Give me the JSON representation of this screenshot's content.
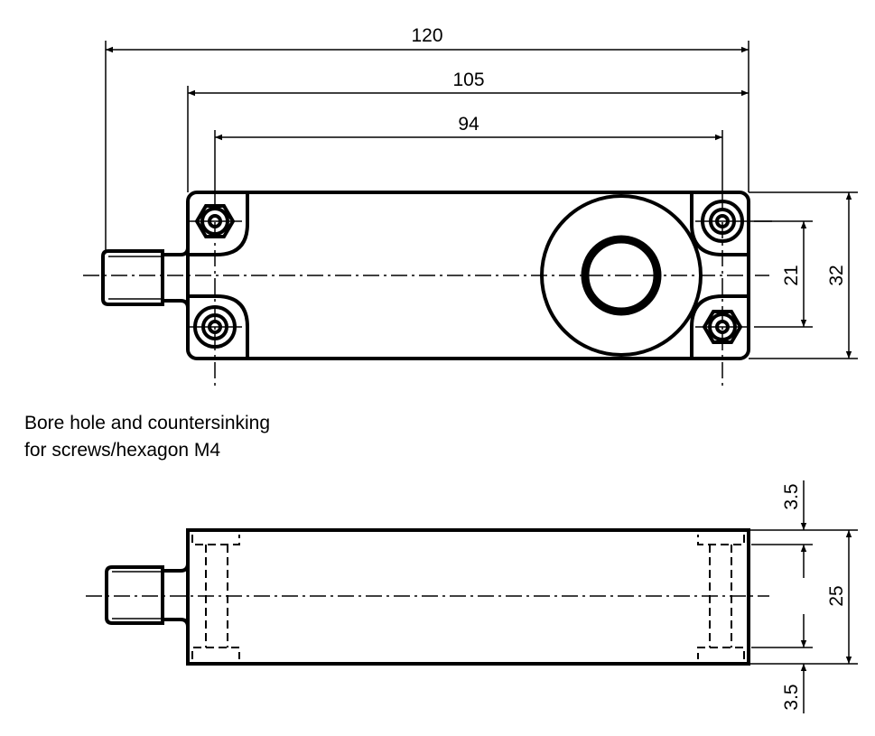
{
  "dimensions": {
    "top_view": {
      "overall_length": "120",
      "body_length": "105",
      "hole_spacing_x": "94",
      "hole_spacing_y": "21",
      "body_width": "32"
    },
    "side_view": {
      "height": "25",
      "top_offset": "3.5",
      "bottom_offset": "3.5"
    }
  },
  "note": {
    "line1": "Bore hole and countersinking",
    "line2": "for screws/hexagon M4"
  }
}
